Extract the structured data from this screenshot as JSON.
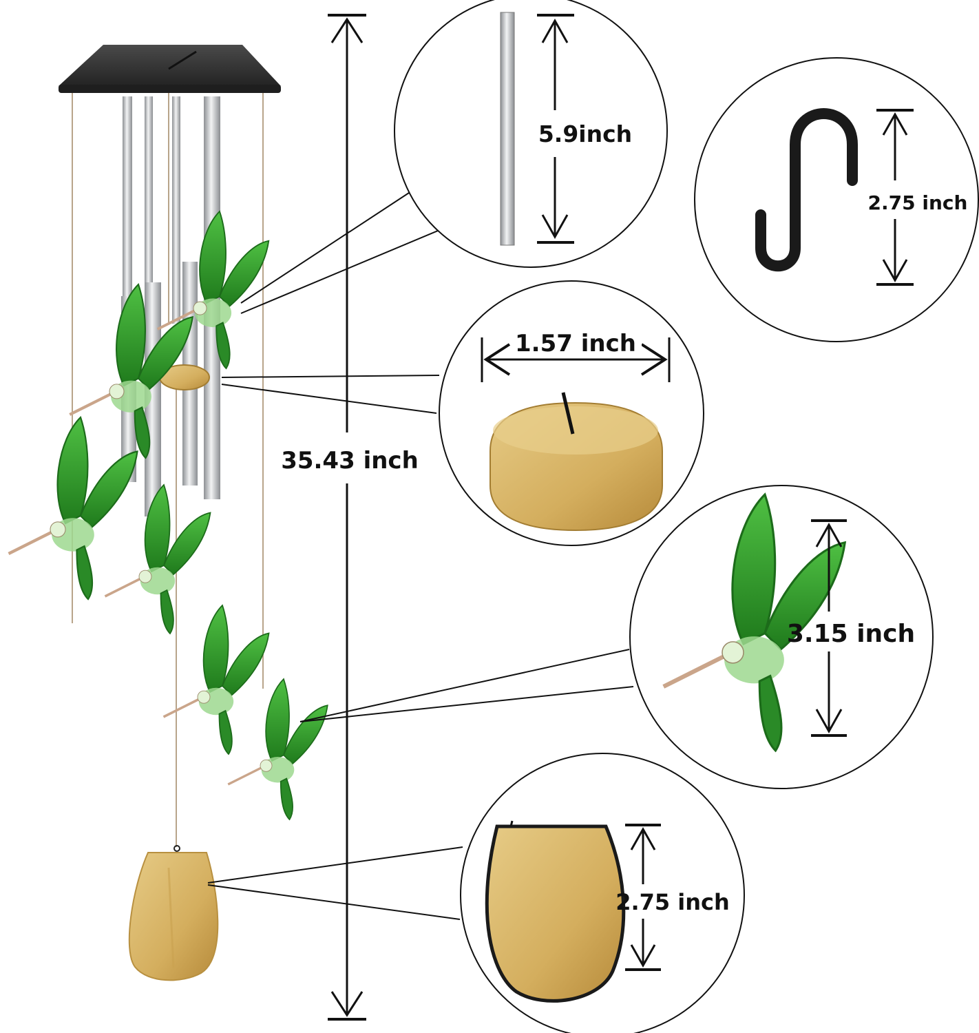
{
  "dimensions": {
    "total_length": "35.43 inch",
    "tube_length": "5.9inch",
    "hook_height": "2.75 inch",
    "disc_diameter": "1.57 inch",
    "bird_height": "3.15 inch",
    "sail_height": "2.75 inch"
  },
  "colors": {
    "bird_green": "#2f9a2a",
    "bird_dark_green": "#1c6b1a",
    "wood": "#d9b86a",
    "wood_dark": "#b48a3c",
    "solar_cap": "#3a3a3a",
    "tube_silver": "#c7c9cc",
    "line": "#111111"
  }
}
